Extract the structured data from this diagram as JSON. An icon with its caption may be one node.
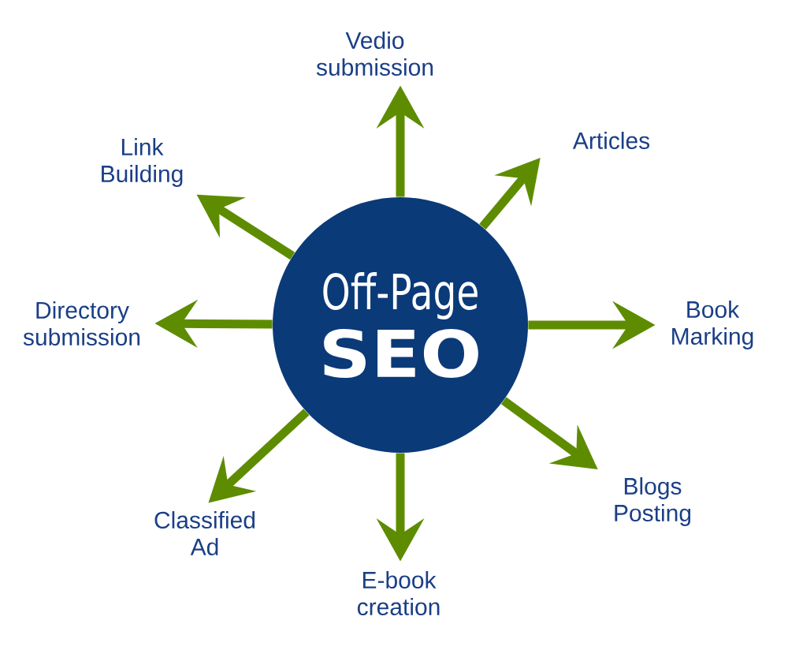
{
  "diagram": {
    "nodes": [
      {
        "text": [
          "Off-Page",
          "SEO"
        ]
      },
      {
        "text": [
          "Vedio submission"
        ]
      },
      {
        "text": [
          "Articles"
        ]
      },
      {
        "text": [
          "Book Marking"
        ]
      },
      {
        "text": [
          "Blogs Posting"
        ]
      },
      {
        "text": [
          "E-book creation"
        ]
      },
      {
        "text": [
          "Classified Ad"
        ]
      },
      {
        "text": [
          "Directory submission"
        ]
      },
      {
        "text": [
          "Link Building"
        ]
      }
    ],
    "edges": [
      {
        "from": 0,
        "to": 1,
        "arrow": "to"
      },
      {
        "from": 0,
        "to": 2,
        "arrow": "to"
      },
      {
        "from": 0,
        "to": 3,
        "arrow": "to"
      },
      {
        "from": 0,
        "to": 4,
        "arrow": "to"
      },
      {
        "from": 0,
        "to": 5,
        "arrow": "to"
      },
      {
        "from": 0,
        "to": 6,
        "arrow": "to"
      },
      {
        "from": 0,
        "to": 7,
        "arrow": "to"
      },
      {
        "from": 0,
        "to": 8,
        "arrow": "to"
      }
    ]
  }
}
